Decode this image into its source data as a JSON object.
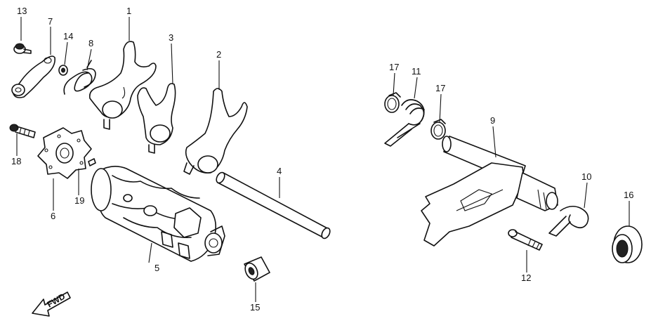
{
  "callouts": {
    "c1": "1",
    "c2": "2",
    "c3": "3",
    "c4": "4",
    "c5": "5",
    "c6": "6",
    "c7": "7",
    "c8": "8",
    "c9": "9",
    "c10": "10",
    "c11": "11",
    "c12": "12",
    "c13": "13",
    "c14": "14",
    "c15": "15",
    "c16": "16",
    "c17a": "17",
    "c17b": "17",
    "c18": "18",
    "c19": "19"
  },
  "fwd_label": "FWD"
}
